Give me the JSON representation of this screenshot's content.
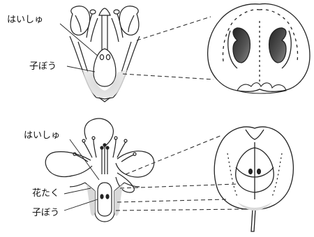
{
  "top_section": {
    "ovule_label": "はいしゅ",
    "ovary_label": "子ぼう"
  },
  "bottom_section": {
    "ovule_label": "はいしゅ",
    "receptacle_label": "花たく",
    "ovary_label": "子ぼう"
  }
}
